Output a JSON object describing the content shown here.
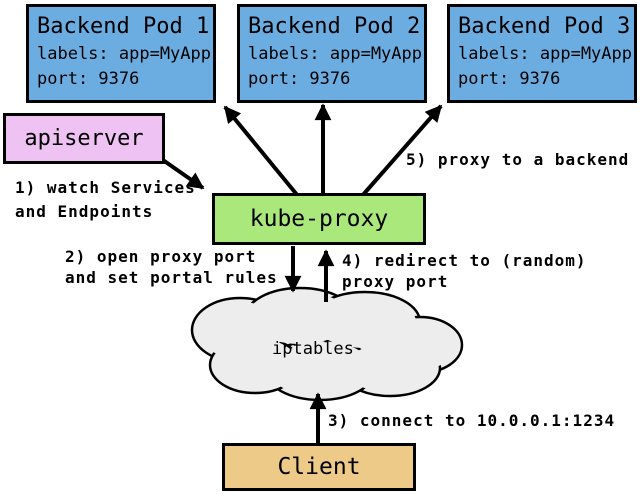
{
  "pods": [
    {
      "title": "Backend Pod 1",
      "labels": "labels: app=MyApp",
      "port": "port: 9376"
    },
    {
      "title": "Backend Pod 2",
      "labels": "labels: app=MyApp",
      "port": "port: 9376"
    },
    {
      "title": "Backend Pod 3",
      "labels": "labels: app=MyApp",
      "port": "port: 9376"
    }
  ],
  "apiserver_label": "apiserver",
  "kube_proxy_label": "kube-proxy",
  "iptables_label": "iptables",
  "client_label": "Client",
  "annotations": {
    "step1": "1) watch Services\nand Endpoints",
    "step2": "2) open proxy port\nand set portal rules",
    "step3": "3) connect to 10.0.0.1:1234",
    "step4": "4) redirect to (random)\nproxy port",
    "step5": "5) proxy to a backend"
  },
  "colors": {
    "pod_fill": "#6cade1",
    "apiserver_fill": "#eec2f2",
    "kube_proxy_fill": "#aae87c",
    "client_fill": "#edca87",
    "cloud_fill": "#ededed",
    "outline": "#000000",
    "background": "#ffffff"
  }
}
